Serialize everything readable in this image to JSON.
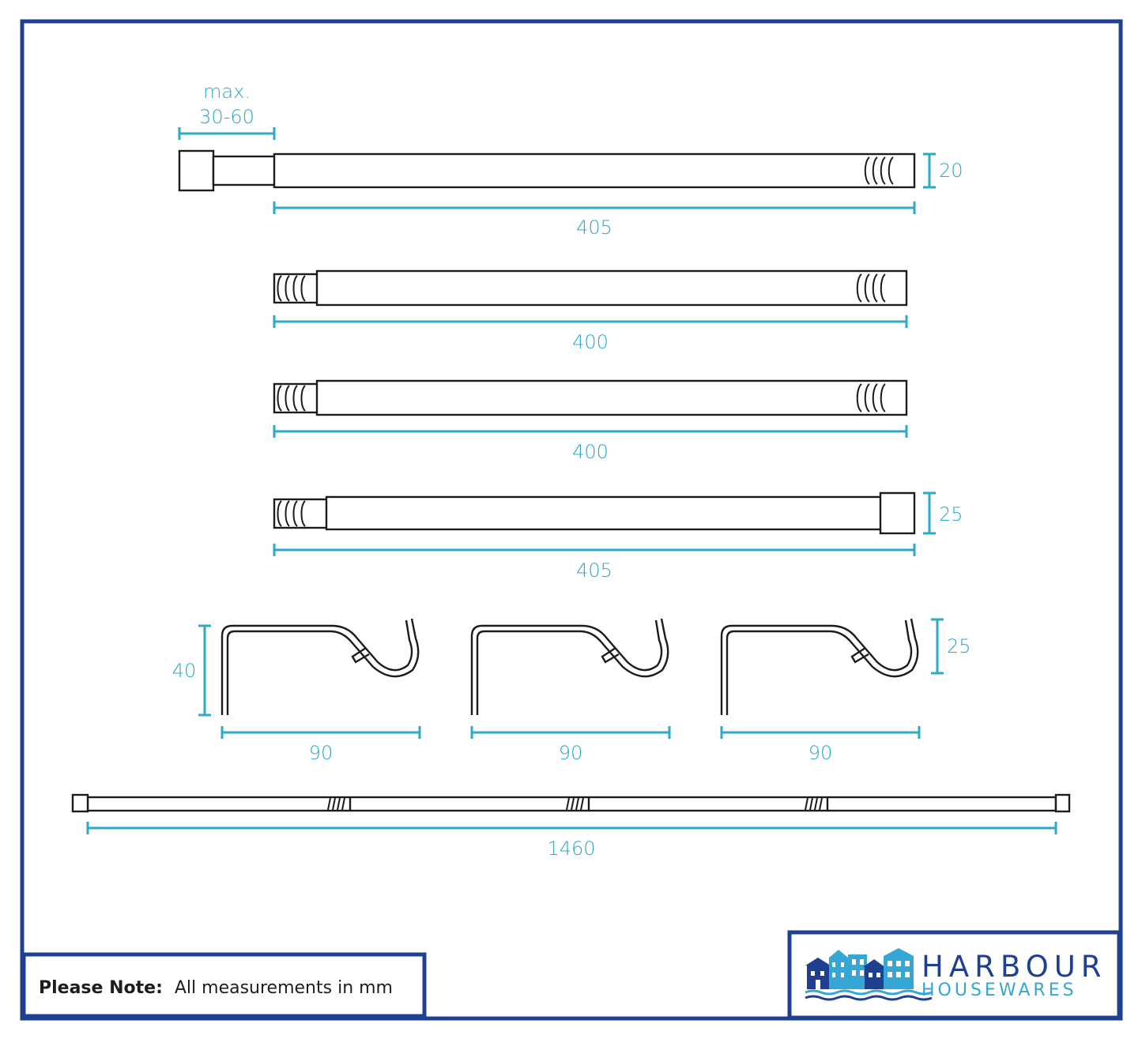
{
  "measurements": {
    "max_label": "max.",
    "max_range": "30-60",
    "end_rod_diameter": "20",
    "end_rod_length": "405",
    "middle_rod_1_length": "400",
    "middle_rod_2_length": "400",
    "finial_rod_diameter": "25",
    "finial_rod_length": "405",
    "bracket_height": "40",
    "bracket_1_width": "90",
    "bracket_2_width": "90",
    "bracket_3_width": "90",
    "bracket_hook_diameter": "25",
    "assembled_length": "1460"
  },
  "note": {
    "label": "Please Note:",
    "text": "All measurements in mm"
  },
  "brand": {
    "line1": "HARBOUR",
    "line2": "HOUSEWARES"
  },
  "colors": {
    "frame": "#1f3f91",
    "dimension": "#2ea9c6",
    "brand_dark": "#1f3f91",
    "brand_light": "#35a6d6"
  }
}
